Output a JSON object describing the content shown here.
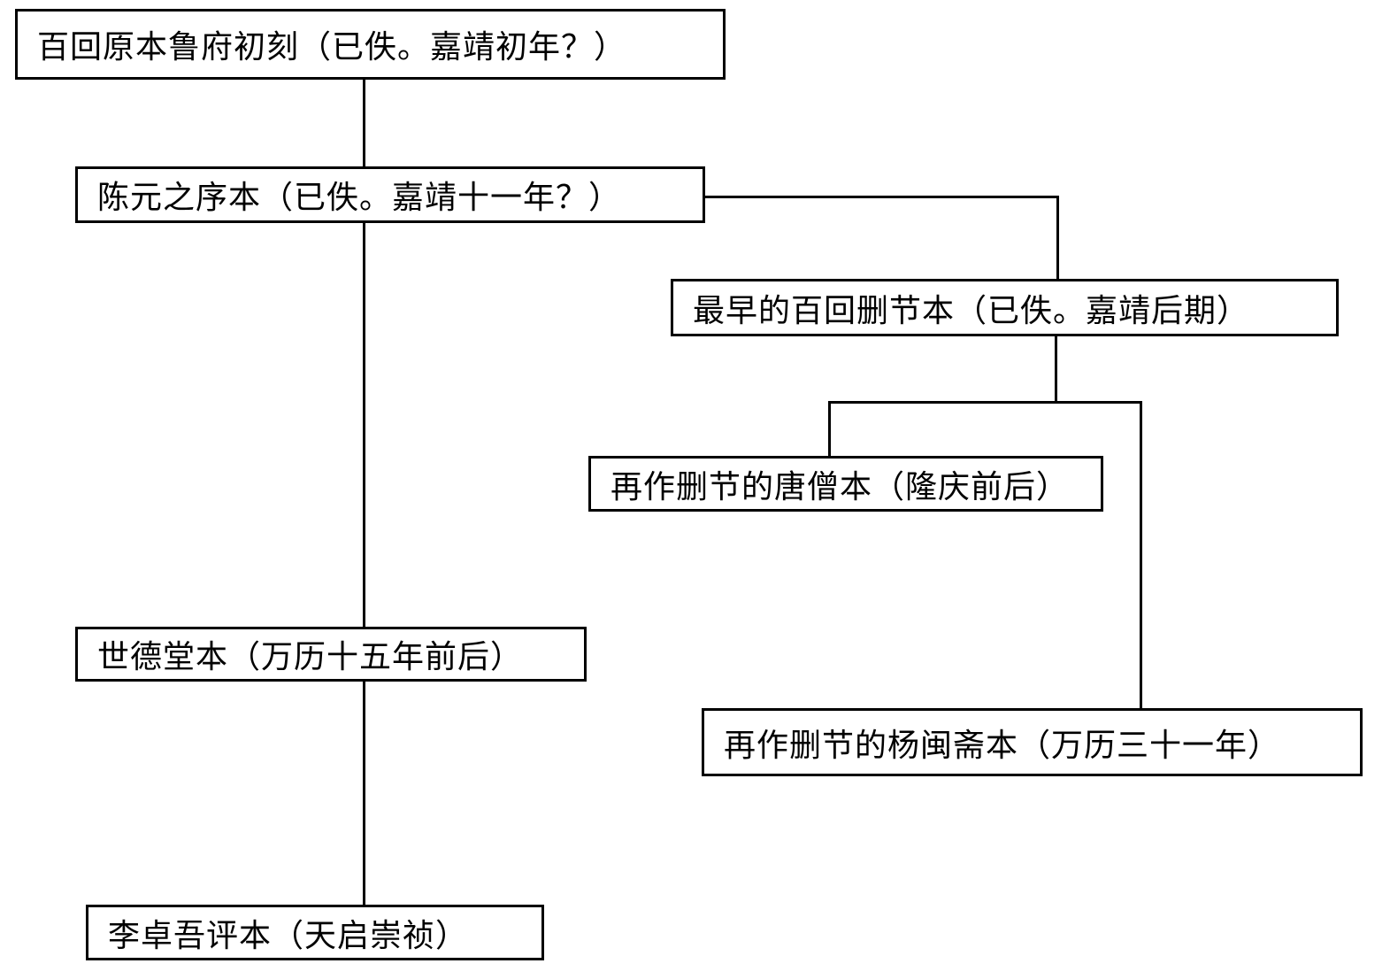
{
  "diagram": {
    "title": "edition-lineage-flowchart",
    "colors": {
      "background": "#ffffff",
      "box_border": "#000000",
      "line": "#000000",
      "text": "#000000"
    },
    "nodes": [
      {
        "id": "lufu-first-printing",
        "label": "百回原本鲁府初刻（已佚。嘉靖初年？）"
      },
      {
        "id": "chen-yuanzhi-preface-edition",
        "label": "陈元之序本（已佚。嘉靖十一年？）"
      },
      {
        "id": "earliest-abridged-edition",
        "label": "最早的百回删节本（已佚。嘉靖后期）"
      },
      {
        "id": "tangseng-edition",
        "label": "再作删节的唐僧本（隆庆前后）"
      },
      {
        "id": "shidetang-edition",
        "label": "世德堂本（万历十五年前后）"
      },
      {
        "id": "yangminzhai-edition",
        "label": "再作删节的杨闽斋本（万历三十一年）"
      },
      {
        "id": "li-zhuowu-commentary-edition",
        "label": "李卓吾评本（天启崇祯）"
      }
    ],
    "edges": [
      {
        "from": "lufu-first-printing",
        "to": "chen-yuanzhi-preface-edition"
      },
      {
        "from": "chen-yuanzhi-preface-edition",
        "to": "earliest-abridged-edition"
      },
      {
        "from": "chen-yuanzhi-preface-edition",
        "to": "shidetang-edition"
      },
      {
        "from": "earliest-abridged-edition",
        "to": "tangseng-edition"
      },
      {
        "from": "earliest-abridged-edition",
        "to": "yangminzhai-edition"
      },
      {
        "from": "shidetang-edition",
        "to": "li-zhuowu-commentary-edition"
      }
    ]
  }
}
